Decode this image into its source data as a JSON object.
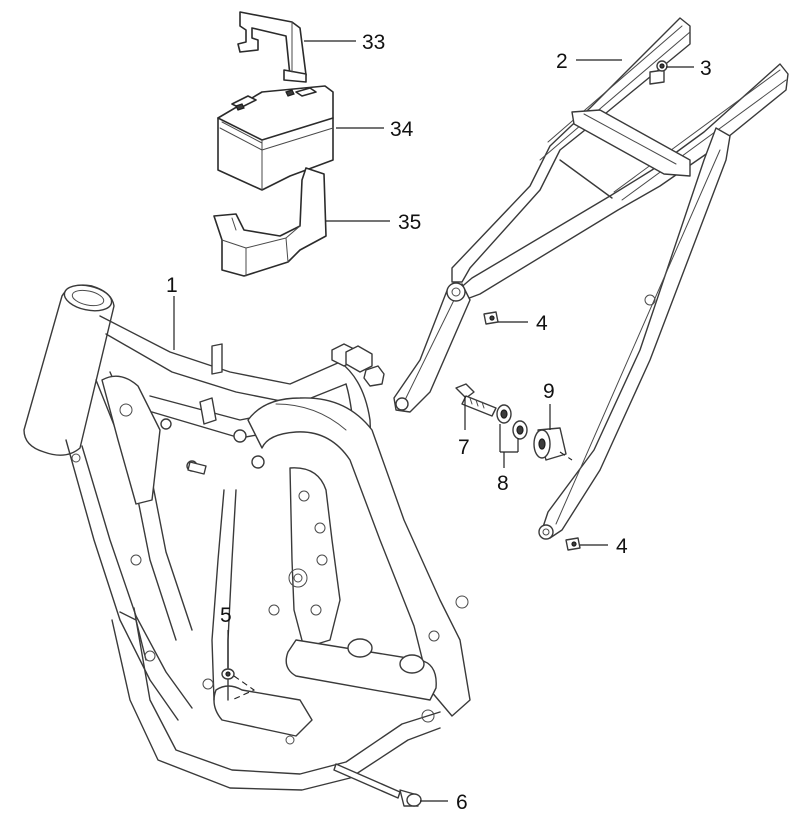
{
  "diagram": {
    "callouts": {
      "c1": "1",
      "c2": "2",
      "c3": "3",
      "c4a": "4",
      "c4b": "4",
      "c5": "5",
      "c6": "6",
      "c7": "7",
      "c8": "8",
      "c9": "9",
      "c33": "33",
      "c34": "34",
      "c35": "35"
    }
  }
}
